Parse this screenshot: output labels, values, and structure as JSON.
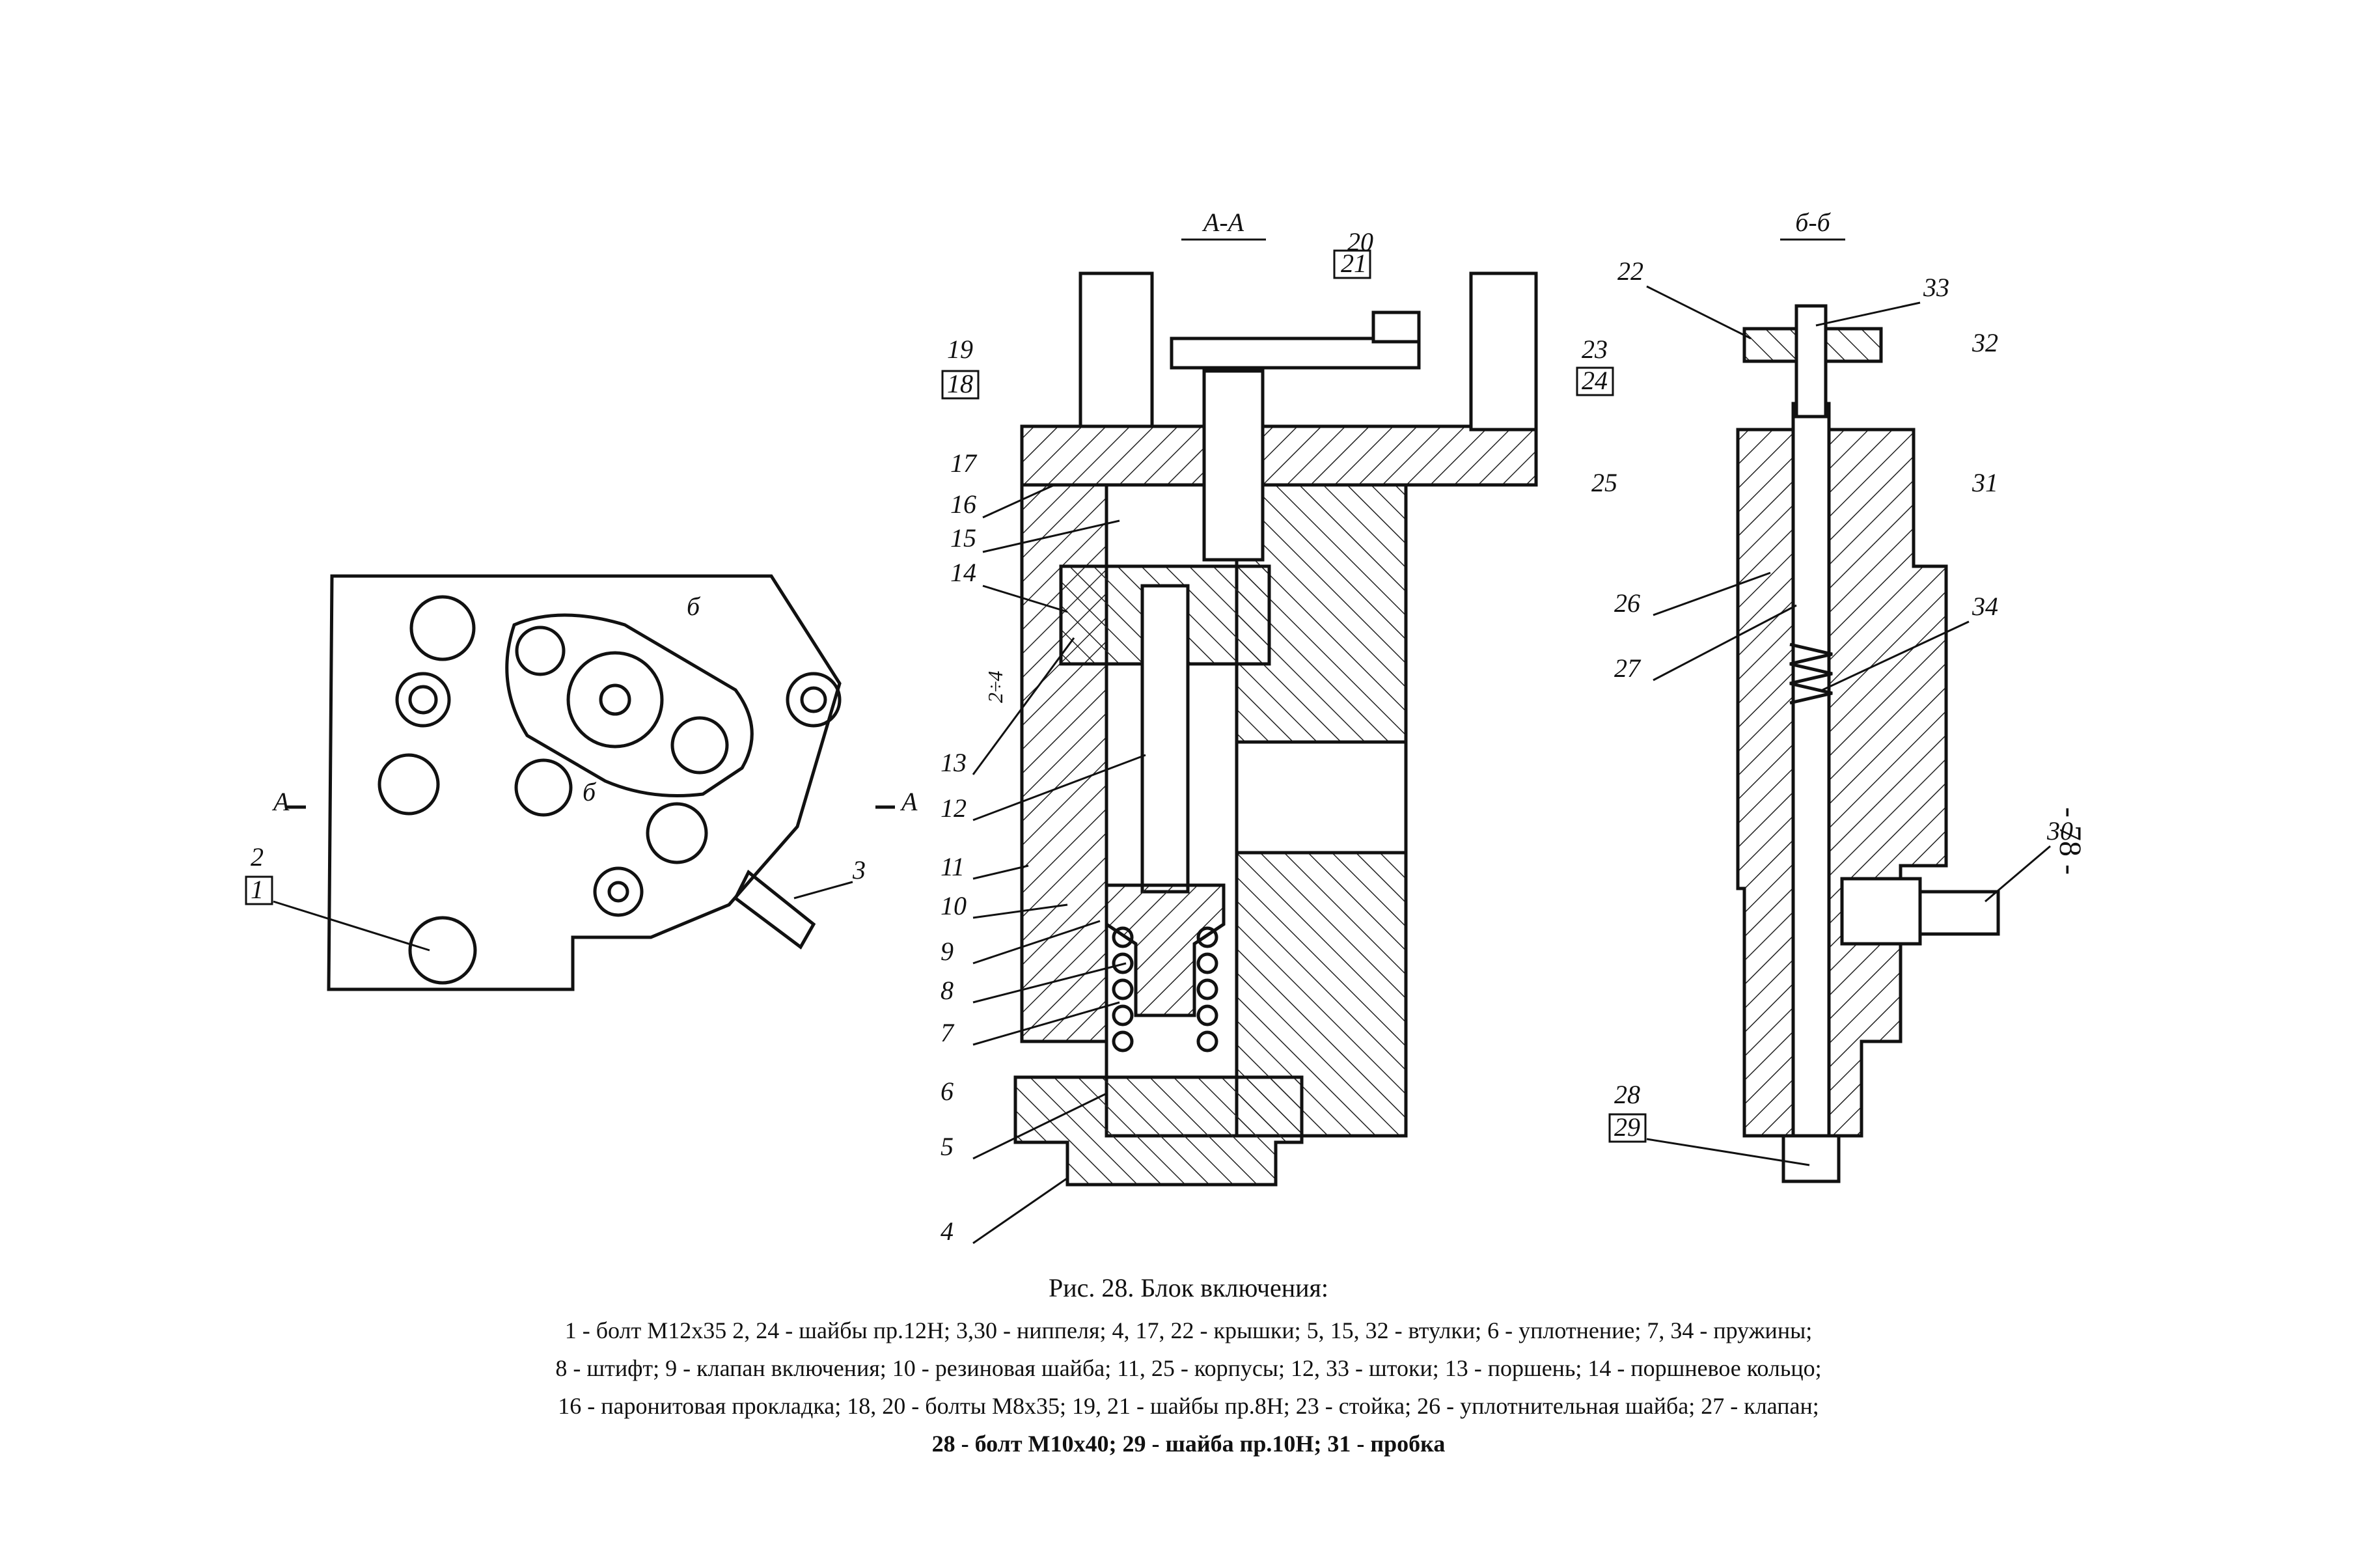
{
  "section_labels": {
    "aa": "А-А",
    "bb": "б-б"
  },
  "callouts": [
    {
      "n": "20",
      "boxed": "21"
    },
    {
      "n": "19",
      "boxed": "18"
    },
    {
      "n": "23",
      "boxed": "24"
    },
    {
      "n": "22"
    },
    {
      "n": "33"
    },
    {
      "n": "32"
    },
    {
      "n": "25"
    },
    {
      "n": "31"
    },
    {
      "n": "17"
    },
    {
      "n": "16"
    },
    {
      "n": "15"
    },
    {
      "n": "14"
    },
    {
      "n": "13"
    },
    {
      "n": "12"
    },
    {
      "n": "11"
    },
    {
      "n": "10"
    },
    {
      "n": "9"
    },
    {
      "n": "8"
    },
    {
      "n": "7"
    },
    {
      "n": "6"
    },
    {
      "n": "5"
    },
    {
      "n": "4"
    },
    {
      "n": "26"
    },
    {
      "n": "27"
    },
    {
      "n": "34"
    },
    {
      "n": "30"
    },
    {
      "n": "28",
      "boxed": "29"
    },
    {
      "n": "2",
      "boxed": "1"
    },
    {
      "n": "3"
    }
  ],
  "cut_marks": {
    "a": "А",
    "b": "б"
  },
  "dimension": "2÷4",
  "caption": "Рис. 28. Блок включения:",
  "legend_lines": [
    "1 - болт M12x35 2, 24 - шайбы пр.12Н; 3,30 - ниппеля; 4, 17, 22 - крышки; 5, 15, 32 - втулки; 6 - уплотнение; 7, 34 - пружины;",
    "8 - штифт; 9 - клапан включения; 10 - резиновая шайба; 11, 25 - корпусы; 12, 33 - штоки; 13 - поршень; 14 - поршневое кольцо;",
    "16 - паронитовая прокладка; 18, 20 - болты М8x35; 19, 21 - шайбы пр.8Н; 23 - стойка; 26 - уплотнительная шайба; 27 - клапан;",
    "28 - болт М10x40; 29 - шайба пр.10Н; 31 - пробка"
  ],
  "page_number": "- 78 -"
}
